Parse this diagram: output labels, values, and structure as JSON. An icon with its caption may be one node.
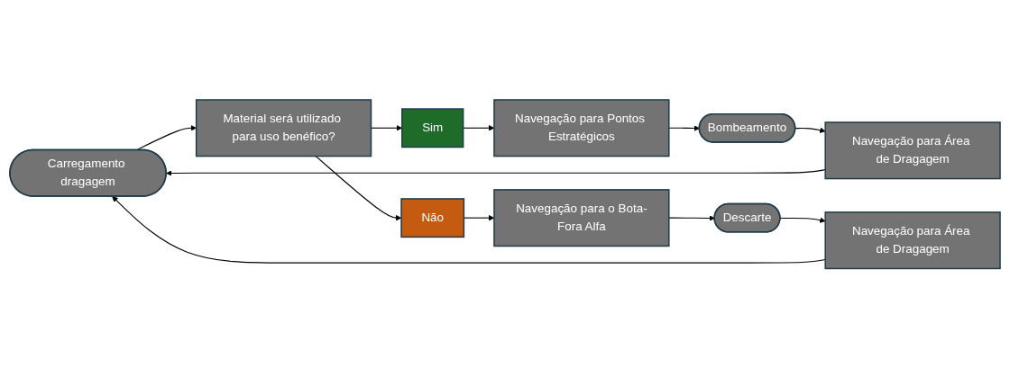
{
  "diagram": {
    "nodes": [
      {
        "text": [
          "Carregamento dragagem"
        ]
      },
      {
        "text": [
          "Navegação para Área de Dragagem"
        ]
      },
      {
        "text": [
          "Navegação para Área de Dragagem"
        ]
      },
      {
        "text": [
          "Bombeamento"
        ]
      },
      {
        "text": [
          "Material será utilizado para uso benéfico?"
        ]
      },
      {
        "text": [
          "Descarte"
        ]
      },
      {
        "text": [
          "Navegação para Pontos Estratégicos"
        ]
      },
      {
        "text": [
          "Sim"
        ]
      },
      {
        "text": [
          "Não"
        ]
      },
      {
        "text": [
          "Navegação para o Bota-Fora Alfa"
        ]
      }
    ],
    "edges": [
      {
        "from": 0,
        "to": 4,
        "arrow": "to"
      },
      {
        "from": 4,
        "to": 7,
        "arrow": "to"
      },
      {
        "from": 4,
        "to": 8,
        "arrow": "to"
      },
      {
        "from": 7,
        "to": 6,
        "arrow": "to"
      },
      {
        "from": 8,
        "to": 9,
        "arrow": "to"
      },
      {
        "from": 9,
        "to": 5,
        "arrow": "to"
      },
      {
        "from": 5,
        "to": 2,
        "arrow": "to"
      },
      {
        "from": 2,
        "to": 0,
        "arrow": "to"
      },
      {
        "from": 6,
        "to": 3,
        "arrow": "to"
      },
      {
        "from": 3,
        "to": 1,
        "arrow": "to"
      },
      {
        "from": 1,
        "to": 0,
        "arrow": "to"
      }
    ]
  }
}
